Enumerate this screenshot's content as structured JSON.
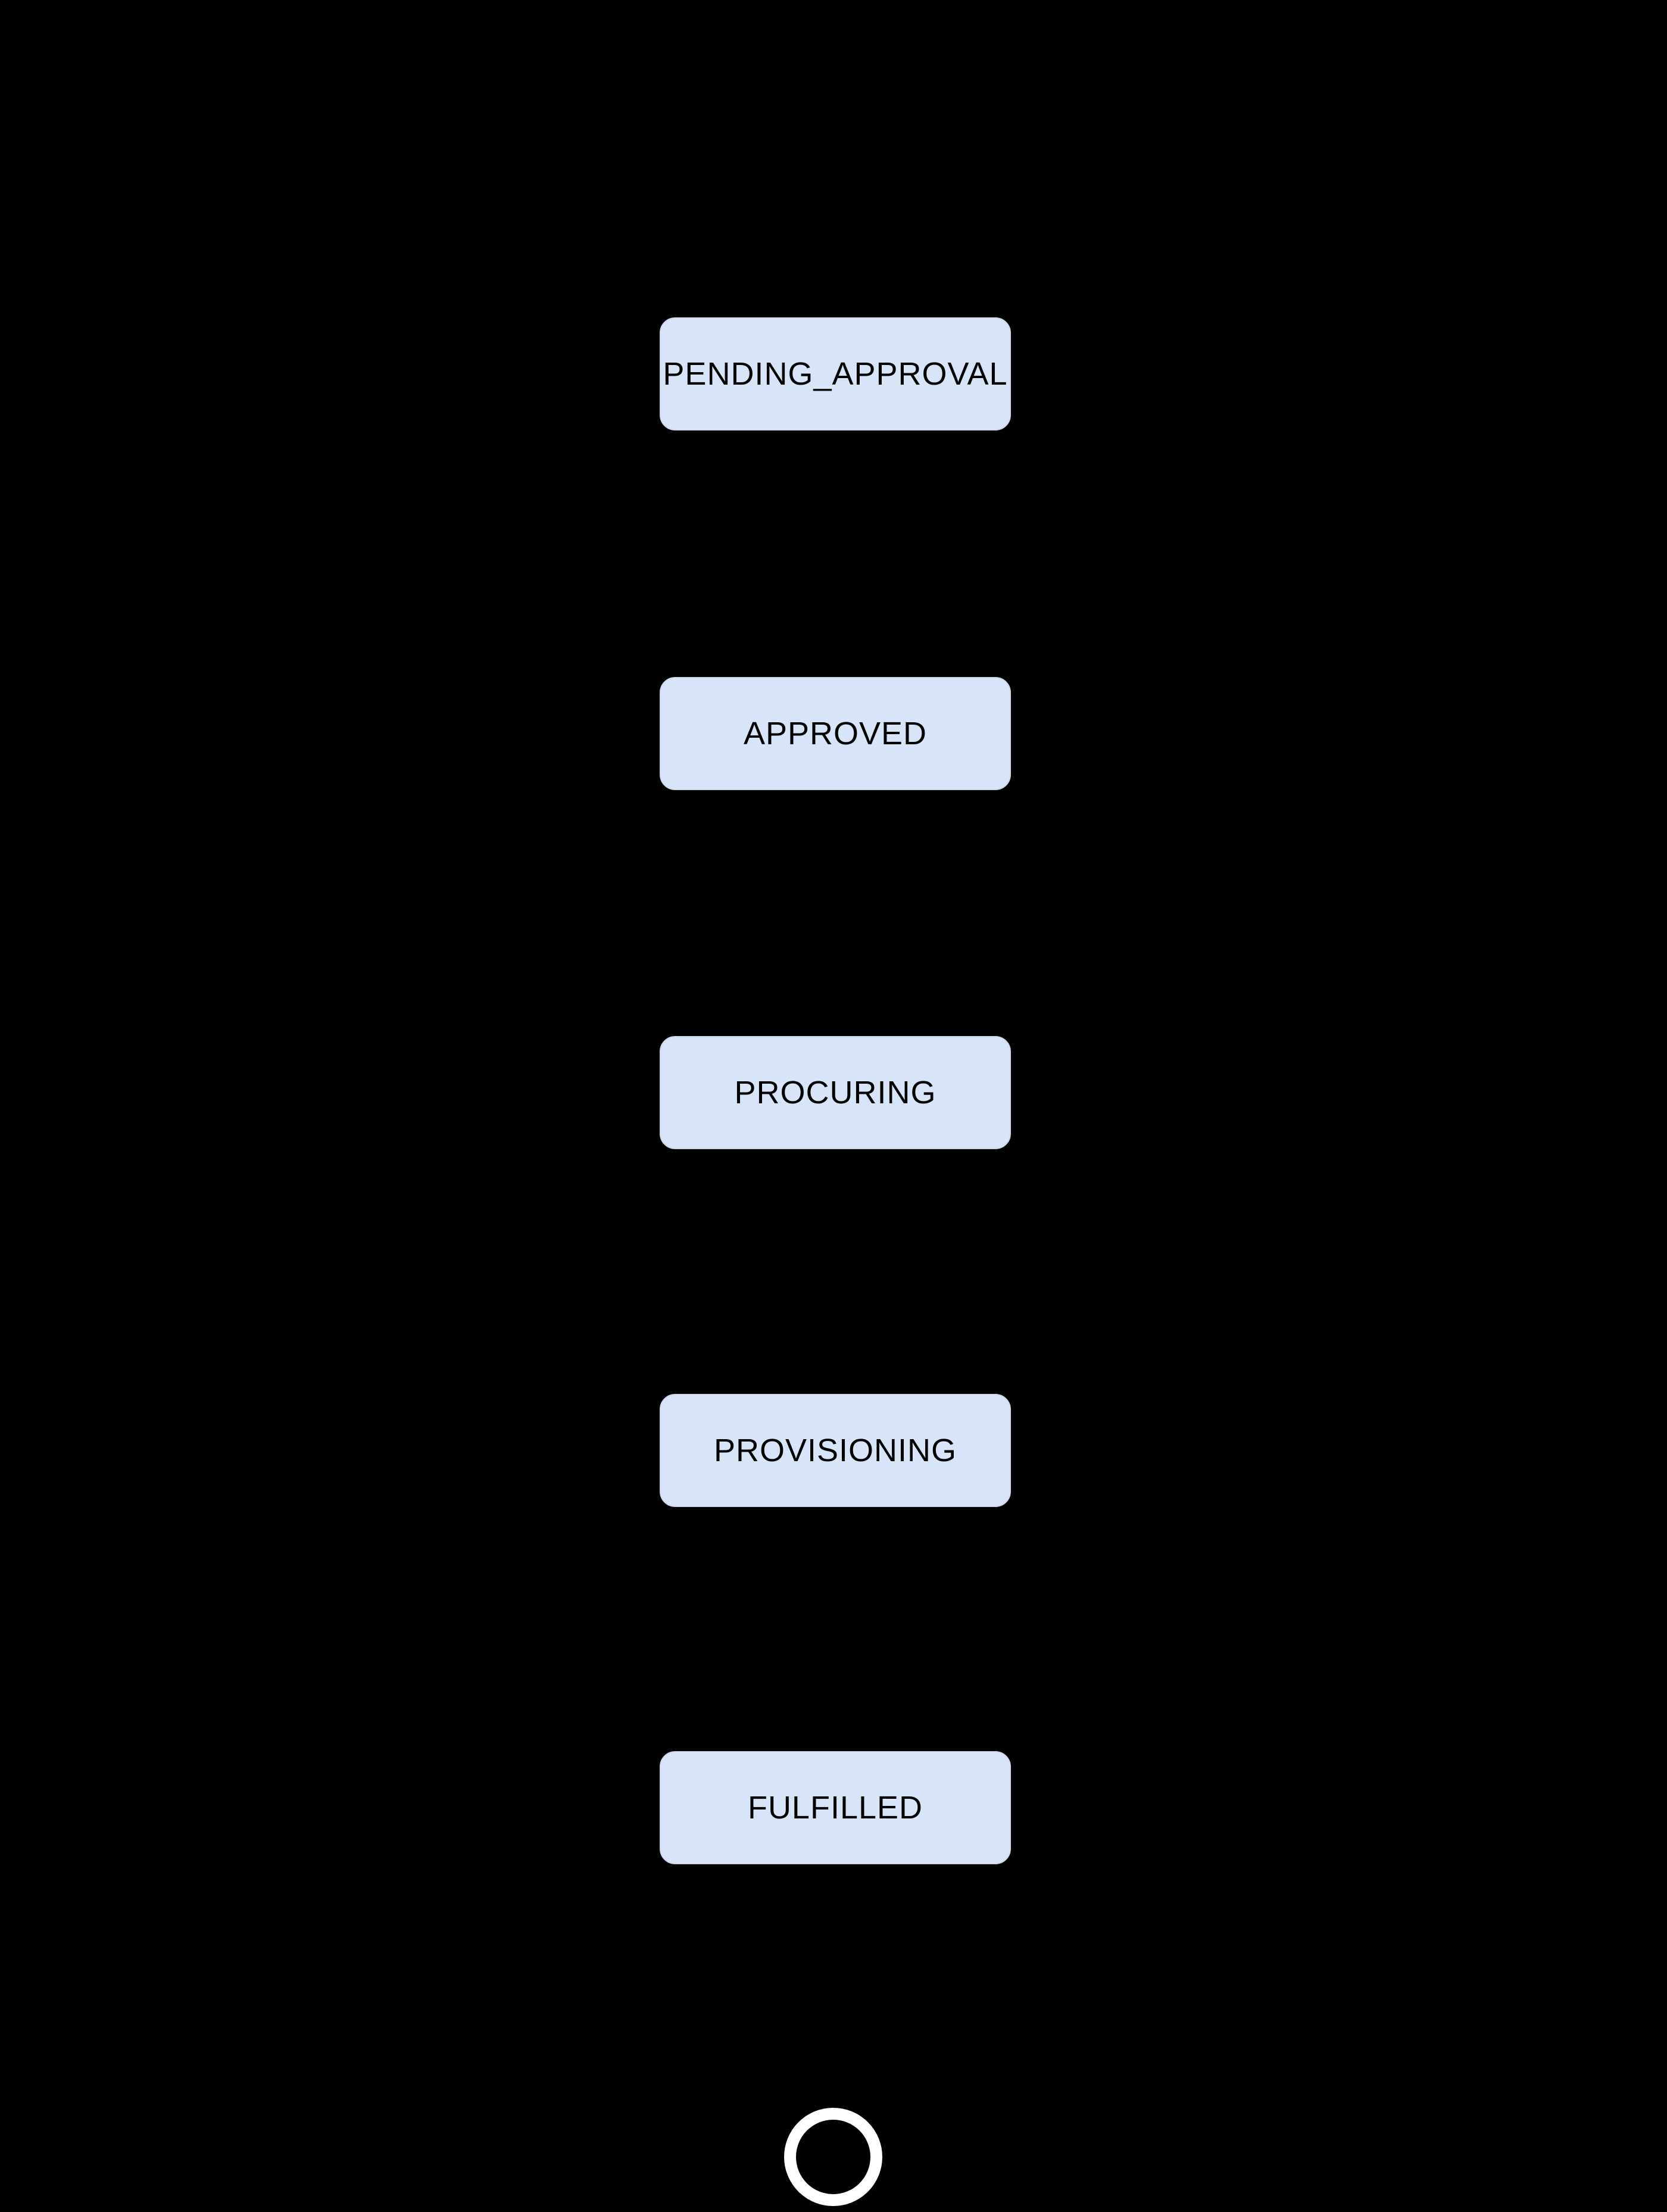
{
  "diagram": {
    "kind": "state-flow",
    "states": [
      {
        "id": "pending-approval",
        "label": "PENDING_APPROVAL"
      },
      {
        "id": "approved",
        "label": "APPROVED"
      },
      {
        "id": "procuring",
        "label": "PROCURING"
      },
      {
        "id": "provisioning",
        "label": "PROVISIONING"
      },
      {
        "id": "fulfilled",
        "label": "FULFILLED"
      }
    ],
    "final_state": {
      "shape": "ring"
    }
  },
  "colors": {
    "background": "#000000",
    "state_fill": "#d8e4f8",
    "state_border": "#cfd8e8",
    "state_text": "#000000",
    "final_ring": "#ffffff"
  }
}
